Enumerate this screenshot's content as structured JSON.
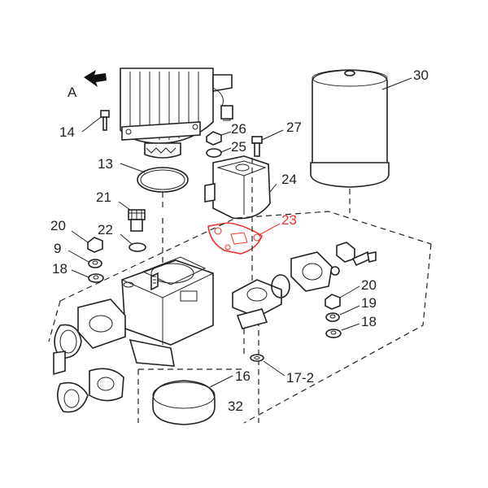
{
  "diagram": {
    "view_label": "A",
    "highlight_color": "#e8332e",
    "callouts": [
      "14",
      "13",
      "21",
      "20",
      "22",
      "9",
      "18",
      "26",
      "25",
      "27",
      "24",
      "23",
      "30",
      "20",
      "19",
      "18",
      "16",
      "17-2",
      "32"
    ],
    "highlighted_callout": "23"
  }
}
